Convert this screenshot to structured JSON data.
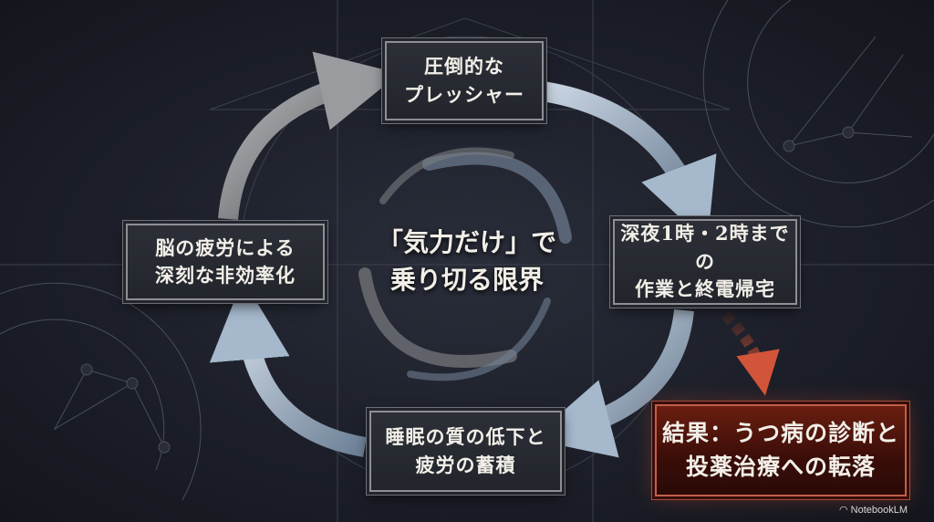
{
  "center": {
    "line1": "「気力だけ」で",
    "line2": "乗り切る限界"
  },
  "cycle": [
    {
      "line1": "圧倒的な",
      "line2": "プレッシャー"
    },
    {
      "line1": "深夜1時・2時までの",
      "line2": "作業と終電帰宅"
    },
    {
      "line1": "睡眠の質の低下と",
      "line2": "疲労の蓄積"
    },
    {
      "line1": "脳の疲労による",
      "line2": "深刻な非効率化"
    }
  ],
  "result": {
    "line1": "結果：うつ病の診断と",
    "line2": "投薬治療への転落"
  },
  "watermark": "NotebookLM",
  "colors": {
    "accent": "#c0614a",
    "arrow_light": "#9fb2c8",
    "arrow_gray": "#8a8c90"
  }
}
